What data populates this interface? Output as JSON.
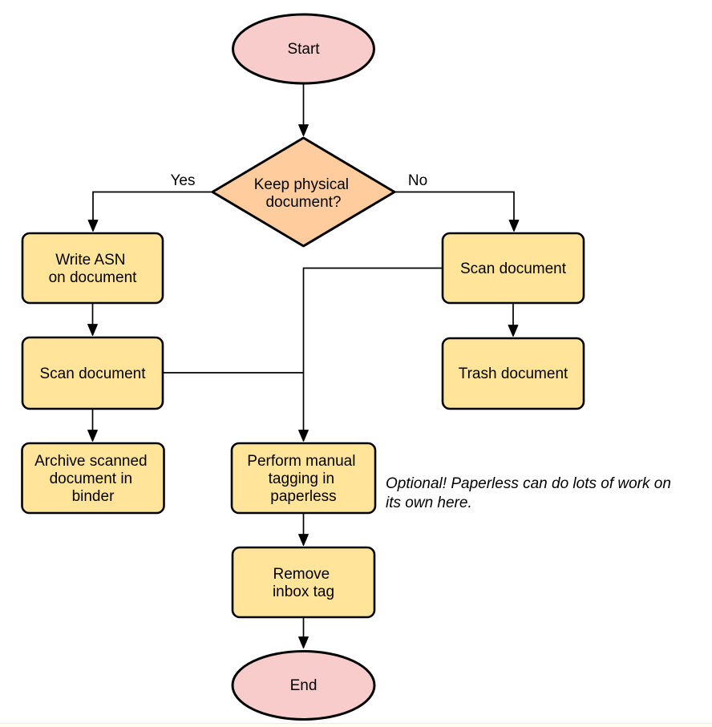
{
  "diagram": {
    "type": "flowchart",
    "colors": {
      "terminal_fill": "#f8cccb",
      "decision_fill": "#ffcc9e",
      "process_fill": "#ffe49a",
      "stroke": "#000000",
      "page_bottom_strip": "#fffcf2"
    },
    "nodes": {
      "start": {
        "shape": "ellipse",
        "label": "Start"
      },
      "decision": {
        "shape": "diamond",
        "line1": "Keep physical",
        "line2": "document?"
      },
      "write_asn": {
        "shape": "process",
        "line1": "Write ASN",
        "line2": "on document"
      },
      "scan_left": {
        "shape": "process",
        "label": "Scan document"
      },
      "archive": {
        "shape": "process",
        "line1": "Archive scanned",
        "line2": "document in",
        "line3": "binder"
      },
      "scan_right": {
        "shape": "process",
        "label": "Scan document"
      },
      "trash": {
        "shape": "process",
        "label": "Trash document"
      },
      "tagging": {
        "shape": "process",
        "line1": "Perform manual",
        "line2": "tagging in",
        "line3": "paperless"
      },
      "remove_inbox": {
        "shape": "process",
        "line1": "Remove",
        "line2": "inbox tag"
      },
      "end": {
        "shape": "ellipse",
        "label": "End"
      }
    },
    "edge_labels": {
      "yes": "Yes",
      "no": "No"
    },
    "annotation": {
      "line1": "Optional! Paperless can do lots of work on",
      "line2": "its own here."
    }
  }
}
